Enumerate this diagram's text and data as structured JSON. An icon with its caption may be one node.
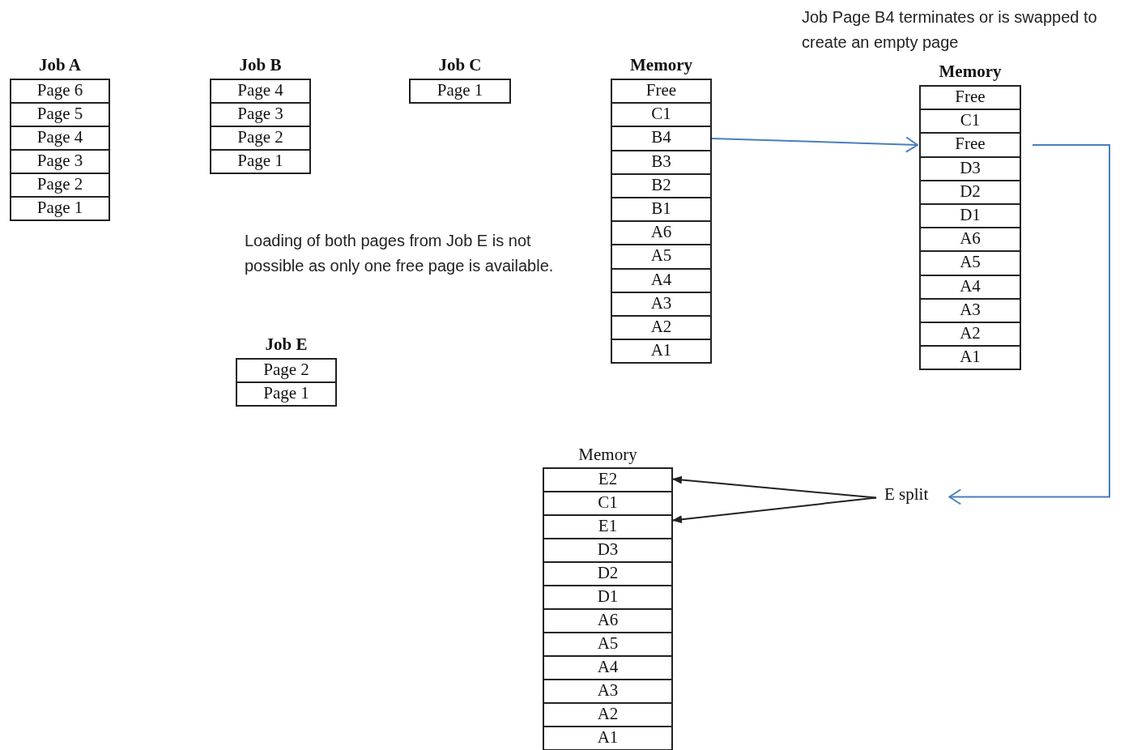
{
  "diagram": {
    "nodes": [
      {
        "text": [
          "Job A"
        ]
      },
      {
        "text": [
          "Page 6"
        ],
        "in": 0
      },
      {
        "text": [
          "Page 5"
        ],
        "in": 0
      },
      {
        "text": [
          "Page 4"
        ],
        "in": 0
      },
      {
        "text": [
          "Page 3"
        ],
        "in": 0
      },
      {
        "text": [
          "Page 2"
        ],
        "in": 0
      },
      {
        "text": [
          "Page 1"
        ],
        "in": 0
      },
      {
        "text": [
          "Job B"
        ]
      },
      {
        "text": [
          "Page 4"
        ],
        "in": 7
      },
      {
        "text": [
          "Page 3"
        ],
        "in": 7
      },
      {
        "text": [
          "Page 2"
        ],
        "in": 7
      },
      {
        "text": [
          "Page 1"
        ],
        "in": 7
      },
      {
        "text": [
          "Job C"
        ]
      },
      {
        "text": [
          "Page 1"
        ],
        "in": 12
      },
      {
        "text": [
          "Memory"
        ]
      },
      {
        "text": [
          "Free"
        ],
        "in": 14
      },
      {
        "text": [
          "C1"
        ],
        "in": 14
      },
      {
        "text": [
          "B4"
        ],
        "in": 14
      },
      {
        "text": [
          "B3"
        ],
        "in": 14
      },
      {
        "text": [
          "B2"
        ],
        "in": 14
      },
      {
        "text": [
          "B1"
        ],
        "in": 14
      },
      {
        "text": [
          "A6"
        ],
        "in": 14
      },
      {
        "text": [
          "A5"
        ],
        "in": 14
      },
      {
        "text": [
          "A4"
        ],
        "in": 14
      },
      {
        "text": [
          "A3"
        ],
        "in": 14
      },
      {
        "text": [
          "A2"
        ],
        "in": 14
      },
      {
        "text": [
          "A1"
        ],
        "in": 14
      },
      {
        "text": [
          "Memory"
        ]
      },
      {
        "text": [
          "Free"
        ],
        "in": 27
      },
      {
        "text": [
          "C1"
        ],
        "in": 27
      },
      {
        "text": [
          "Free"
        ],
        "in": 27
      },
      {
        "text": [
          "D3"
        ],
        "in": 27
      },
      {
        "text": [
          "D2"
        ],
        "in": 27
      },
      {
        "text": [
          "D1"
        ],
        "in": 27
      },
      {
        "text": [
          "A6"
        ],
        "in": 27
      },
      {
        "text": [
          "A5"
        ],
        "in": 27
      },
      {
        "text": [
          "A4"
        ],
        "in": 27
      },
      {
        "text": [
          "A3"
        ],
        "in": 27
      },
      {
        "text": [
          "A2"
        ],
        "in": 27
      },
      {
        "text": [
          "A1"
        ],
        "in": 27
      },
      {
        "text": [
          "Job E"
        ]
      },
      {
        "text": [
          "Page 2"
        ],
        "in": 40
      },
      {
        "text": [
          "Page 1"
        ],
        "in": 40
      },
      {
        "text": [
          "Memory"
        ]
      },
      {
        "text": [
          "E2"
        ],
        "in": 43
      },
      {
        "text": [
          "C1"
        ],
        "in": 43
      },
      {
        "text": [
          "E1"
        ],
        "in": 43
      },
      {
        "text": [
          "D3"
        ],
        "in": 43
      },
      {
        "text": [
          "D2"
        ],
        "in": 43
      },
      {
        "text": [
          "D1"
        ],
        "in": 43
      },
      {
        "text": [
          "A6"
        ],
        "in": 43
      },
      {
        "text": [
          "A5"
        ],
        "in": 43
      },
      {
        "text": [
          "A4"
        ],
        "in": 43
      },
      {
        "text": [
          "A3"
        ],
        "in": 43
      },
      {
        "text": [
          "A2"
        ],
        "in": 43
      },
      {
        "text": [
          "A1"
        ],
        "in": 43
      },
      {
        "text": [
          "E split"
        ]
      }
    ],
    "edges": [
      {
        "from": 17,
        "to": 30,
        "arrow": "to",
        "color": "#4a7ebb"
      },
      {
        "from": 30,
        "to": 56,
        "arrow": "to",
        "color": "#4a7ebb"
      },
      {
        "from": 56,
        "to": 44,
        "arrow": "to",
        "color": "#222222"
      },
      {
        "from": 56,
        "to": 46,
        "arrow": "to",
        "color": "#222222"
      }
    ],
    "labels": [
      "Job Page B4 terminates or is swapped to create an empty page",
      "Loading of both pages from Job E is not possible as only one free page is available."
    ]
  }
}
